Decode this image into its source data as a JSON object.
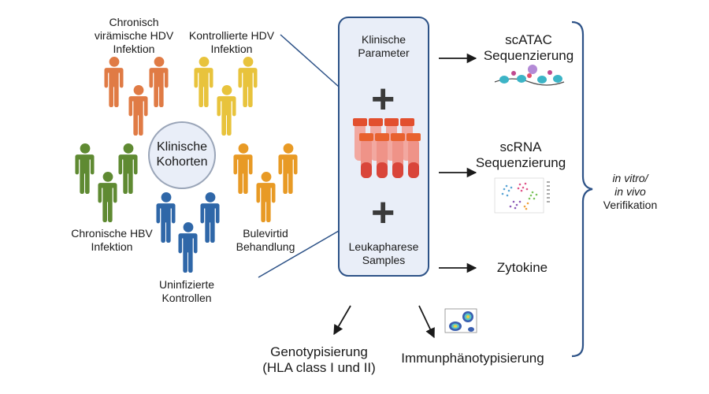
{
  "cohorts": {
    "center_label_line1": "Klinische",
    "center_label_line2": "Kohorten",
    "groups": [
      {
        "label_lines": [
          "Chronisch",
          "virämische HDV",
          "Infektion"
        ],
        "color": "#e07b45"
      },
      {
        "label_lines": [
          "Kontrollierte HDV",
          "Infektion"
        ],
        "color": "#e8c33c"
      },
      {
        "label_lines": [
          "Chronische HBV",
          "Infektion"
        ],
        "color": "#5f8a32"
      },
      {
        "label_lines": [
          "Bulevirtid",
          "Behandlung"
        ],
        "color": "#e89a25"
      },
      {
        "label_lines": [
          "Uninfizierte",
          "Kontrollen"
        ],
        "color": "#2f67a8"
      }
    ]
  },
  "center_box": {
    "top_label_lines": [
      "Klinische",
      "Parameter"
    ],
    "plus_symbol": "+",
    "bottom_label_lines": [
      "Leukapharese",
      "Samples"
    ],
    "tube_icon": "blood-tubes-icon",
    "border_color": "#2d5287",
    "fill_color": "#e9eef8"
  },
  "outputs": {
    "scatac_lines": [
      "scATAC",
      "Sequenzierung"
    ],
    "scrna_lines": [
      "scRNA",
      "Sequenzierung"
    ],
    "zytokine": "Zytokine",
    "genotyp_lines": [
      "Genotypisierung",
      "(HLA class I und II)"
    ],
    "immun": "Immunphänotypisierung"
  },
  "verification": {
    "lines": [
      "in vitro/",
      "in vivo",
      "Verifikation"
    ]
  }
}
